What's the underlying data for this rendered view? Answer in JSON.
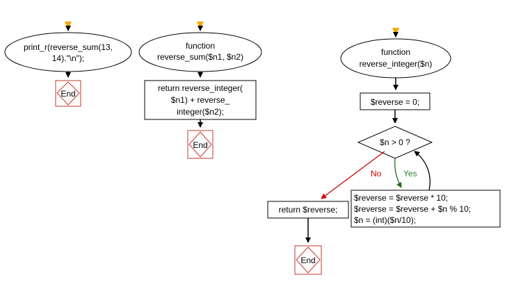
{
  "flow1": {
    "call": [
      "print_r(reverse_sum(13,",
      "14).\"\\n\");"
    ],
    "end": "End"
  },
  "flow2": {
    "function": [
      "function",
      "reverse_sum($n1, $n2)"
    ],
    "return": [
      "return reverse_integer(",
      "$n1) + reverse_",
      "integer($n2);"
    ],
    "end": "End"
  },
  "flow3": {
    "function": [
      "function",
      "reverse_integer($n)"
    ],
    "init": "$reverse = 0;",
    "condition": "$n > 0 ?",
    "no_label": "No",
    "yes_label": "Yes",
    "loop_body": [
      "$reverse = $reverse * 10;",
      "$reverse = $reverse + $n % 10;",
      "$n = (int)($n/10);"
    ],
    "return": "return $reverse;",
    "end": "End"
  },
  "colors": {
    "start_marker": "#f5a800",
    "end_border": "#c0392b",
    "no_arrow": "#cc0000",
    "yes_arrow": "#1e6b1e"
  }
}
